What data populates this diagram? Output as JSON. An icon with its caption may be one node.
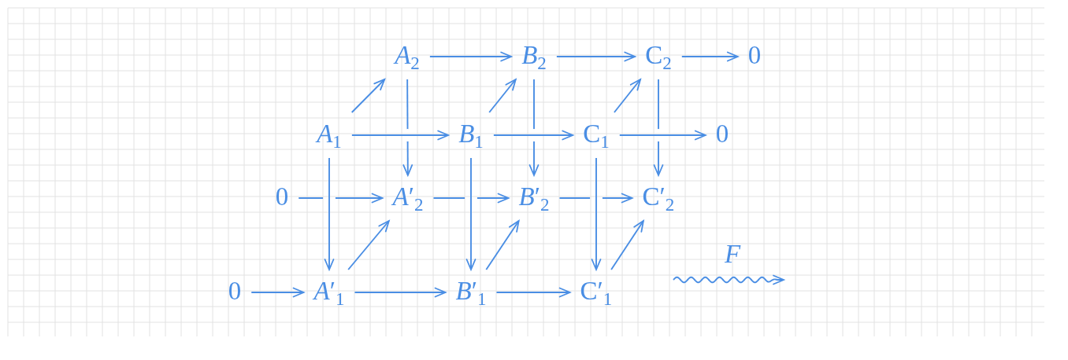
{
  "diagram": {
    "nodes": [
      {
        "text": [
          "*A*$_{2}$"
        ]
      },
      {
        "text": [
          "*B*$_{2}$"
        ]
      },
      {
        "text": [
          "C$_{2}$"
        ]
      },
      {
        "text": [
          "0"
        ]
      },
      {
        "text": [
          "*A*$_{1}$"
        ]
      },
      {
        "text": [
          "*B*$_{1}$"
        ]
      },
      {
        "text": [
          "C$_{1}$"
        ]
      },
      {
        "text": [
          "0"
        ]
      },
      {
        "text": [
          "0"
        ]
      },
      {
        "text": [
          "*A*′$_{2}$"
        ]
      },
      {
        "text": [
          "*B*′$_{2}$"
        ]
      },
      {
        "text": [
          "C′$_{2}$"
        ]
      },
      {
        "text": [
          "0"
        ]
      },
      {
        "text": [
          "*A*′$_{1}$"
        ]
      },
      {
        "text": [
          "*B*′$_{1}$"
        ]
      },
      {
        "text": [
          "C′$_{1}$"
        ]
      }
    ],
    "edges": [
      {
        "from": 0,
        "to": 1,
        "arrow": "to"
      },
      {
        "from": 1,
        "to": 2,
        "arrow": "to"
      },
      {
        "from": 2,
        "to": 3,
        "arrow": "to"
      },
      {
        "from": 4,
        "to": 0,
        "arrow": "to"
      },
      {
        "from": 5,
        "to": 1,
        "arrow": "to"
      },
      {
        "from": 6,
        "to": 2,
        "arrow": "to"
      },
      {
        "from": 0,
        "to": 9,
        "arrow": "to"
      },
      {
        "from": 1,
        "to": 10,
        "arrow": "to"
      },
      {
        "from": 2,
        "to": 11,
        "arrow": "to"
      },
      {
        "from": 4,
        "to": 5,
        "arrow": "to"
      },
      {
        "from": 5,
        "to": 6,
        "arrow": "to"
      },
      {
        "from": 6,
        "to": 7,
        "arrow": "to"
      },
      {
        "from": 4,
        "to": 13,
        "arrow": "to"
      },
      {
        "from": 5,
        "to": 14,
        "arrow": "to"
      },
      {
        "from": 6,
        "to": 15,
        "arrow": "to"
      },
      {
        "from": 8,
        "to": 9,
        "arrow": "to"
      },
      {
        "from": 9,
        "to": 10,
        "arrow": "to"
      },
      {
        "from": 10,
        "to": 11,
        "arrow": "to"
      },
      {
        "from": 13,
        "to": 9,
        "arrow": "to"
      },
      {
        "from": 14,
        "to": 10,
        "arrow": "to"
      },
      {
        "from": 15,
        "to": 11,
        "arrow": "to"
      },
      {
        "from": 12,
        "to": 13,
        "arrow": "to"
      },
      {
        "from": 13,
        "to": 14,
        "arrow": "to"
      },
      {
        "from": 14,
        "to": 15,
        "arrow": "to"
      }
    ],
    "labels": [
      "F"
    ]
  }
}
